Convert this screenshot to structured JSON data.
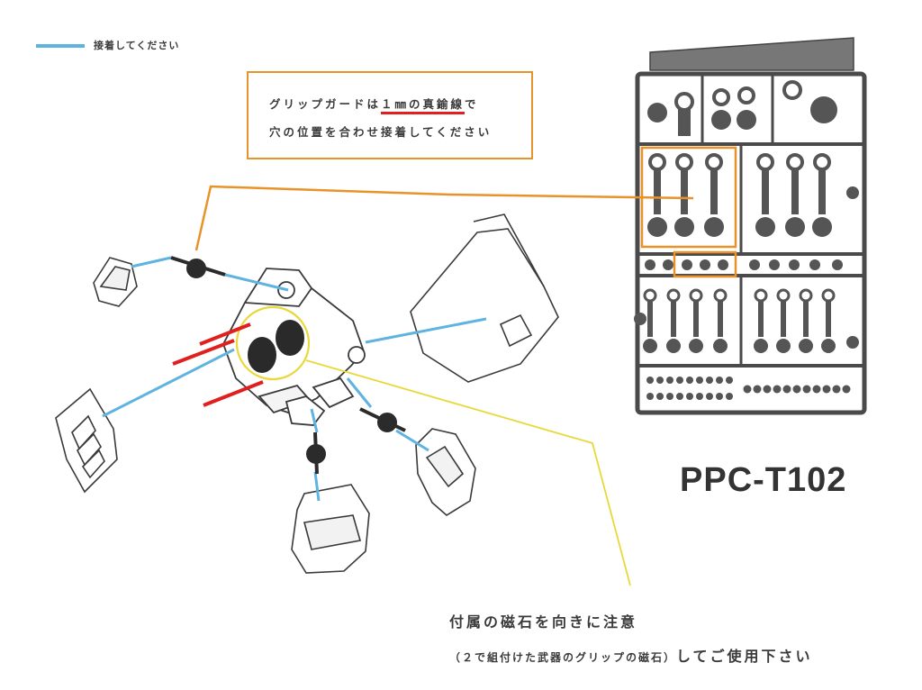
{
  "colors": {
    "glue_line": "#5fb3e0",
    "orange": "#e8922a",
    "red": "#e01f1f",
    "yellow": "#e8d83a",
    "joint": "#2b2b2b",
    "part_stroke": "#3a3a3a",
    "sprue_fill": "#5a5a5a"
  },
  "legend": {
    "label": "接着してください"
  },
  "note": {
    "line1_pre": "グリップガードは",
    "line1_underlined": "１㎜の真鍮線",
    "line1_post": "で",
    "line2": "穴の位置を合わせ接着してください"
  },
  "model_code": "PPC-T102",
  "magnet_note": {
    "title": "付属の磁石を向きに注意",
    "sub_small": "（２で組付けた武器のグリップの磁石）",
    "sub_large": "してご使用下さい"
  }
}
